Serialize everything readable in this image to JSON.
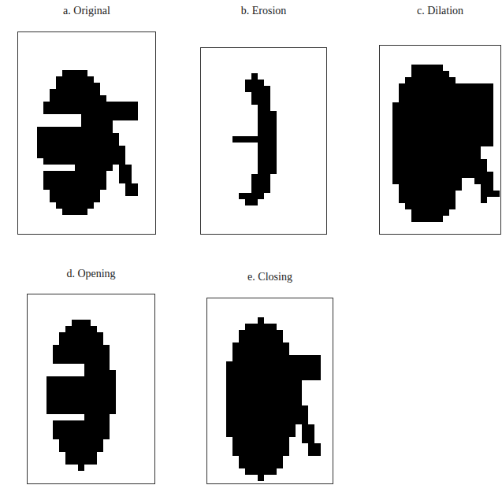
{
  "diagram": {
    "nodes": [
      {
        "text": [
          "a. Original"
        ]
      },
      {
        "text": [
          "b. Erosion"
        ]
      },
      {
        "text": [
          "c. Dilation"
        ]
      },
      {
        "text": [
          "d. Opening"
        ]
      },
      {
        "text": [
          "e. Closing"
        ]
      }
    ]
  }
}
